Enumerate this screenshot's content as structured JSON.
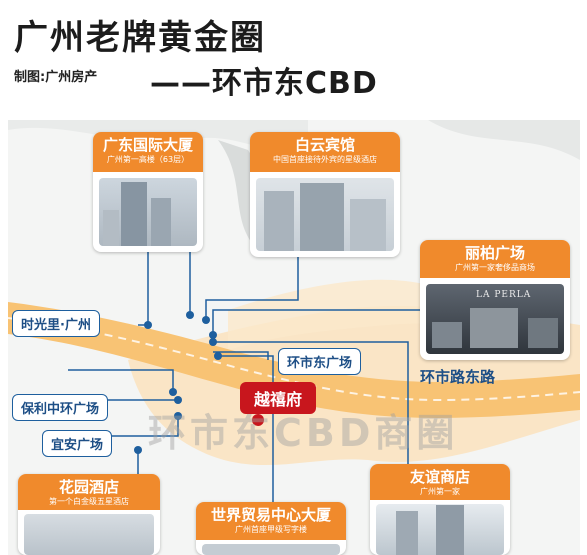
{
  "header": {
    "title": "广州老牌黄金圈",
    "credit": "制图:广州房产",
    "subtitle": "——环市东CBD"
  },
  "colors": {
    "accent": "#f08a2c",
    "marker": "#c8161d",
    "route": "#1e5f9e",
    "road": "#f8c374"
  },
  "cards": {
    "gd_intl": {
      "name": "广东国际大厦",
      "sub": "广州第一高楼（63层）"
    },
    "baiyun": {
      "name": "白云宾馆",
      "sub": "中国首座接待外宾的星级酒店"
    },
    "libai": {
      "name": "丽柏广场",
      "sub": "广州第一家奢侈品商场",
      "photo_text": "LA PERLA"
    },
    "garden": {
      "name": "花园酒店",
      "sub": "第一个白金级五星酒店"
    },
    "wtc": {
      "name": "世界贸易中心大厦",
      "sub": "广州首座甲级写字楼"
    },
    "friendship": {
      "name": "友谊商店",
      "sub": "广州第一家"
    }
  },
  "tags": {
    "shiguangli": "时光里·广州",
    "baoli": "保利中环广场",
    "yian": "宜安广场",
    "huanshidong": "环市东广场"
  },
  "marker": {
    "label": "越禧府"
  },
  "road": {
    "label": "环市路东路"
  },
  "watermark": "环市东CBD商圈"
}
